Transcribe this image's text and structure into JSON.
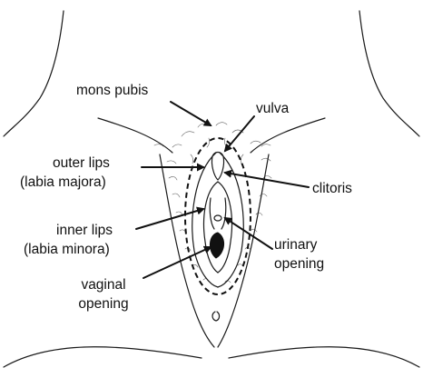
{
  "labels": {
    "mons_pubis": "mons pubis",
    "vulva": "vulva",
    "outer_lips": "outer lips",
    "labia_majora": "(labia majora)",
    "clitoris": "clitoris",
    "inner_lips": "inner lips",
    "labia_minora": "(labia minora)",
    "urinary_line1": "urinary",
    "urinary_line2": "opening",
    "vaginal_line1": "vaginal",
    "vaginal_line2": "opening"
  },
  "colors": {
    "ink": "#111111",
    "background": "#ffffff"
  }
}
